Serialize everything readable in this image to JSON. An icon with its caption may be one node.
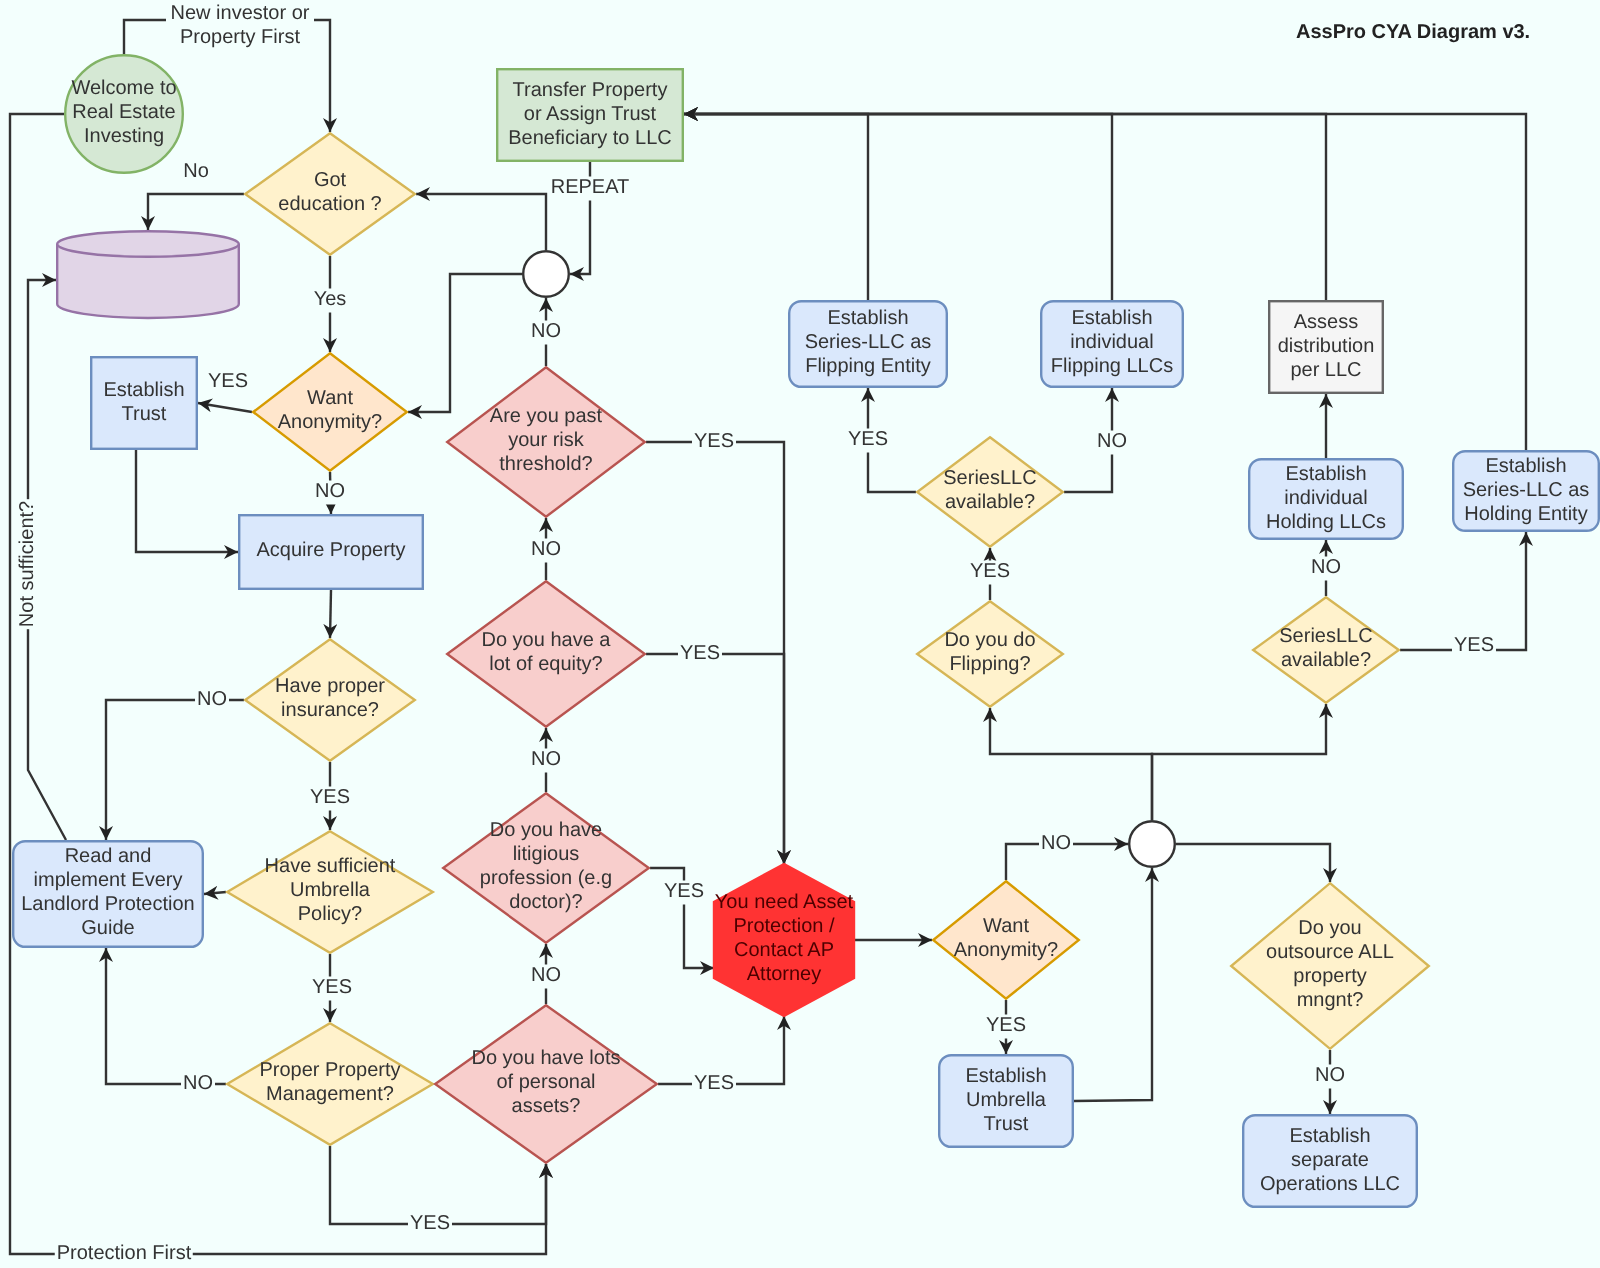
{
  "diagram": {
    "title": "AssPro CYA Diagram v3.",
    "nodes": [
      {
        "text": [
          "Welcome to Real Estate Investing"
        ]
      },
      {
        "text": [
          "Got education ?"
        ]
      },
      {
        "text": [],
        "shape": "cylinder"
      },
      {
        "text": [
          "Transfer Property or Assign Trust Beneficiary to LLC"
        ]
      },
      {
        "text": [],
        "shape": "circle"
      },
      {
        "text": [
          "Want Anonymity?"
        ]
      },
      {
        "text": [
          "Establish Trust"
        ]
      },
      {
        "text": [
          "Acquire Property"
        ]
      },
      {
        "text": [
          "Are you past your risk threshold?"
        ]
      },
      {
        "text": [
          "Do you have a lot of equity?"
        ]
      },
      {
        "text": [
          "Have proper insurance?"
        ]
      },
      {
        "text": [
          "Read and implement Every Landlord Protection Guide"
        ]
      },
      {
        "text": [
          "Have sufficient Umbrella Policy?"
        ]
      },
      {
        "text": [
          "Do you have litigious profession (e.g doctor)?"
        ]
      },
      {
        "text": [
          "Proper Property Management?"
        ]
      },
      {
        "text": [
          "Do you have lots of personal assets?"
        ]
      },
      {
        "text": [
          "You need Asset Protection / Contact AP Attorney"
        ]
      },
      {
        "text": [
          "Want Anonymity?"
        ]
      },
      {
        "text": [
          "Establish Umbrella Trust"
        ]
      },
      {
        "text": [],
        "shape": "circle"
      },
      {
        "text": [
          "Do you do Flipping?"
        ]
      },
      {
        "text": [
          "SeriesLLC available?"
        ]
      },
      {
        "text": [
          "Establish Series-LLC as Flipping Entity"
        ]
      },
      {
        "text": [
          "Establish individual Flipping LLCs"
        ]
      },
      {
        "text": [
          "Assess distribution per LLC"
        ]
      },
      {
        "text": [
          "Establish individual Holding LLCs"
        ]
      },
      {
        "text": [
          "SeriesLLC available?"
        ]
      },
      {
        "text": [
          "Establish Series-LLC as Holding Entity"
        ]
      },
      {
        "text": [
          "Do you outsource ALL property mngnt?"
        ]
      },
      {
        "text": [
          "Establish separate Operations LLC"
        ]
      }
    ],
    "edges": [
      {
        "from": 0,
        "to": 1,
        "arrow": "to",
        "label": "New investor or Property First"
      },
      {
        "from": 1,
        "to": 2,
        "arrow": "to",
        "label": "No"
      },
      {
        "from": 1,
        "to": 5,
        "arrow": "to",
        "label": "Yes"
      },
      {
        "from": 3,
        "to": 4,
        "arrow": "to",
        "label": "REPEAT"
      },
      {
        "from": 4,
        "to": 1,
        "arrow": "to"
      },
      {
        "from": 4,
        "to": 5,
        "arrow": "to"
      },
      {
        "from": 5,
        "to": 6,
        "arrow": "to",
        "label": "YES"
      },
      {
        "from": 5,
        "to": 7,
        "arrow": "to",
        "label": "NO"
      },
      {
        "from": 6,
        "to": 7,
        "arrow": "to"
      },
      {
        "from": 7,
        "to": 10,
        "arrow": "to"
      },
      {
        "from": 10,
        "to": 11,
        "arrow": "to",
        "label": "NO"
      },
      {
        "from": 10,
        "to": 12,
        "arrow": "to",
        "label": "YES"
      },
      {
        "from": 12,
        "to": 11,
        "arrow": "to"
      },
      {
        "from": 12,
        "to": 14,
        "arrow": "to",
        "label": "YES"
      },
      {
        "from": 14,
        "to": 11,
        "arrow": "to",
        "label": "NO"
      },
      {
        "from": 14,
        "to": 15,
        "arrow": "to",
        "label": "YES"
      },
      {
        "from": 0,
        "to": 15,
        "arrow": "to",
        "label": "Protection First"
      },
      {
        "from": 11,
        "to": 2,
        "arrow": "to",
        "label": "Not sufficient?"
      },
      {
        "from": 15,
        "to": 13,
        "arrow": "to",
        "label": "NO"
      },
      {
        "from": 13,
        "to": 9,
        "arrow": "to",
        "label": "NO"
      },
      {
        "from": 9,
        "to": 8,
        "arrow": "to",
        "label": "NO"
      },
      {
        "from": 8,
        "to": 4,
        "arrow": "to",
        "label": "NO"
      },
      {
        "from": 8,
        "to": 16,
        "arrow": "to",
        "label": "YES"
      },
      {
        "from": 9,
        "to": 16,
        "arrow": "to",
        "label": "YES"
      },
      {
        "from": 13,
        "to": 16,
        "arrow": "to",
        "label": "YES"
      },
      {
        "from": 15,
        "to": 16,
        "arrow": "to",
        "label": "YES"
      },
      {
        "from": 16,
        "to": 17,
        "arrow": "to"
      },
      {
        "from": 17,
        "to": 18,
        "arrow": "to",
        "label": "YES"
      },
      {
        "from": 17,
        "to": 19,
        "arrow": "to",
        "label": "NO"
      },
      {
        "from": 18,
        "to": 19,
        "arrow": "to"
      },
      {
        "from": 19,
        "to": 20,
        "arrow": "to"
      },
      {
        "from": 19,
        "to": 26,
        "arrow": "to"
      },
      {
        "from": 19,
        "to": 28,
        "arrow": "to"
      },
      {
        "from": 28,
        "to": 29,
        "arrow": "to",
        "label": "NO"
      },
      {
        "from": 20,
        "to": 21,
        "arrow": "to",
        "label": "YES"
      },
      {
        "from": 21,
        "to": 22,
        "arrow": "to",
        "label": "YES"
      },
      {
        "from": 21,
        "to": 23,
        "arrow": "to",
        "label": "NO"
      },
      {
        "from": 26,
        "to": 25,
        "arrow": "to",
        "label": "NO"
      },
      {
        "from": 26,
        "to": 27,
        "arrow": "to",
        "label": "YES"
      },
      {
        "from": 25,
        "to": 24,
        "arrow": "to"
      },
      {
        "from": 22,
        "to": 3,
        "arrow": "to"
      },
      {
        "from": 23,
        "to": 3,
        "arrow": "to"
      },
      {
        "from": 24,
        "to": 3,
        "arrow": "to"
      },
      {
        "from": 27,
        "to": 3,
        "arrow": "to"
      }
    ]
  }
}
